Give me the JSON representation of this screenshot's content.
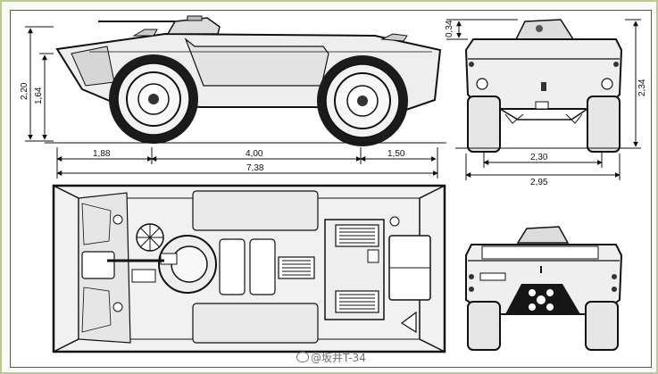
{
  "side_view": {
    "dimensions": {
      "height_total": "2,20",
      "height_hull": "1,64",
      "front_overhang": "1,88",
      "wheelbase": "4,00",
      "rear_overhang": "1,50",
      "overall_length": "7,38"
    }
  },
  "front_view": {
    "dimensions": {
      "turret_height": "0,34",
      "height": "2,34",
      "track_width": "2,30",
      "overall_width": "2,95"
    }
  },
  "watermark": {
    "text": "@坂井T-34"
  }
}
